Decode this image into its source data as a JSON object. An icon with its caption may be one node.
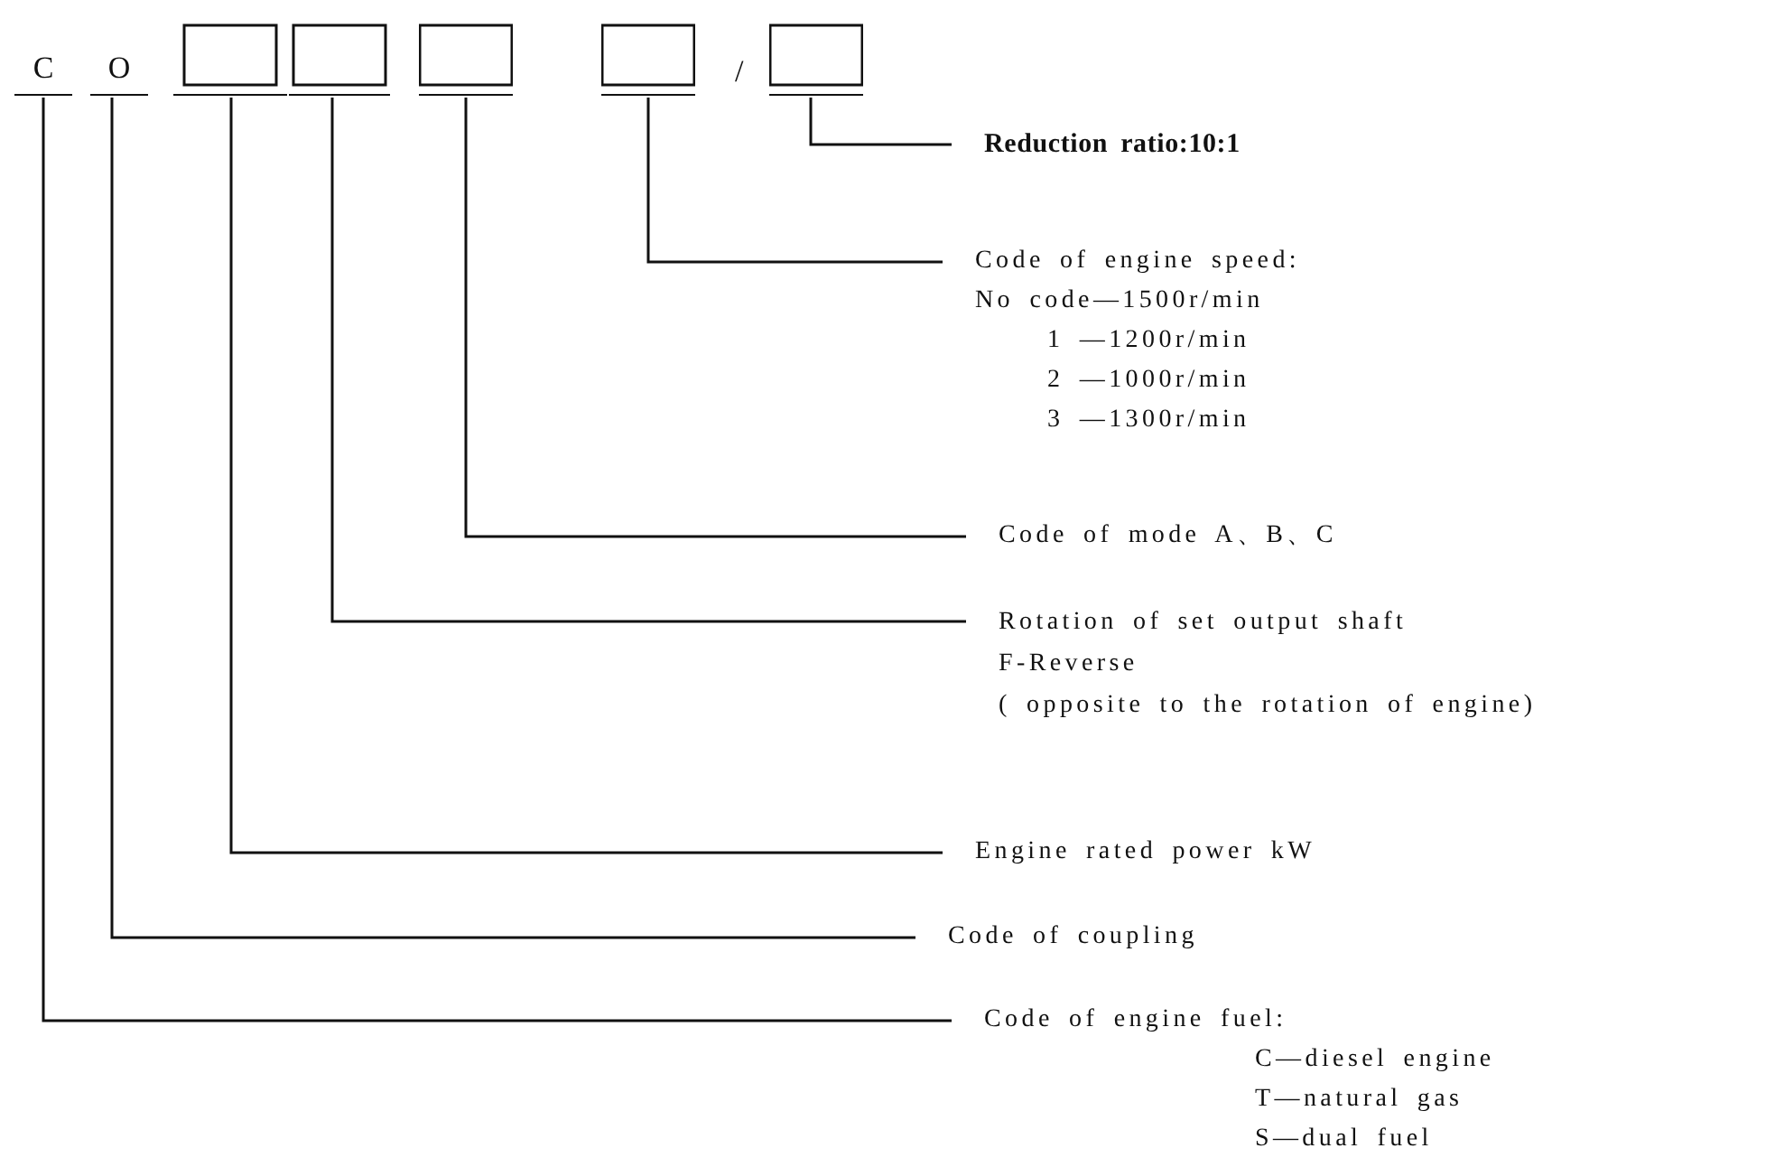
{
  "diagram": {
    "nodes": [
      {
        "text": [
          "C"
        ]
      },
      {
        "text": [
          "O"
        ]
      },
      {
        "text": [],
        "shape": "box"
      },
      {
        "text": [],
        "shape": "box"
      },
      {
        "text": [],
        "shape": "box"
      },
      {
        "text": [],
        "shape": "box"
      },
      {
        "text": [],
        "shape": "box"
      },
      {
        "text": [
          "Reduction ratio:10:1"
        ]
      },
      {
        "text": [
          "Code of engine speed:",
          "No code—1500r/min",
          "1 —1200r/min",
          "2 —1000r/min",
          "3 —1300r/min"
        ]
      },
      {
        "text": [
          "Code of mode A、B、C"
        ]
      },
      {
        "text": [
          "Rotation of set output shaft",
          "F-Reverse",
          "( opposite to the rotation of engine)"
        ]
      },
      {
        "text": [
          "Engine rated power kW"
        ]
      },
      {
        "text": [
          "Code of coupling"
        ]
      },
      {
        "text": [
          "Code of engine fuel:",
          "C—diesel engine",
          "T—natural gas",
          "S—dual fuel"
        ]
      }
    ],
    "edges": [
      {
        "from": 6,
        "to": 7,
        "arrow": "none"
      },
      {
        "from": 5,
        "to": 8,
        "arrow": "none"
      },
      {
        "from": 4,
        "to": 9,
        "arrow": "none"
      },
      {
        "from": 3,
        "to": 10,
        "arrow": "none"
      },
      {
        "from": 2,
        "to": 11,
        "arrow": "none"
      },
      {
        "from": 1,
        "to": 12,
        "arrow": "none"
      },
      {
        "from": 0,
        "to": 13,
        "arrow": "none"
      }
    ],
    "labels": [
      "/"
    ]
  }
}
